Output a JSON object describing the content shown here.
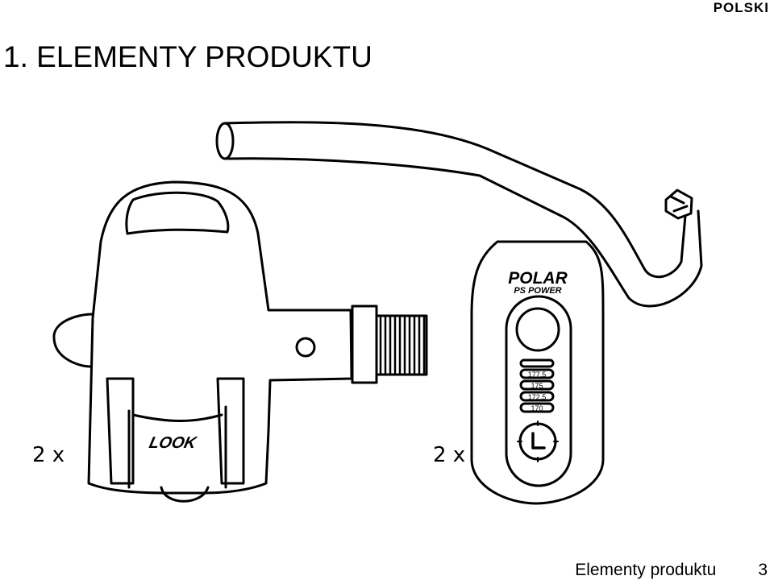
{
  "header": {
    "language": "POLSKI"
  },
  "section_title": "1. ELEMENTY PRODUKTU",
  "illustration": {
    "pedal": {
      "brand": "LOOK",
      "quantity": "2 x"
    },
    "sensor": {
      "brand": "POLAR",
      "model": "PS POWER",
      "quantity": "2 x",
      "scale_labels": [
        "177.5",
        "175",
        "172.5",
        "170"
      ]
    }
  },
  "footer": {
    "text": "Elementy produktu",
    "page_number": "3"
  }
}
